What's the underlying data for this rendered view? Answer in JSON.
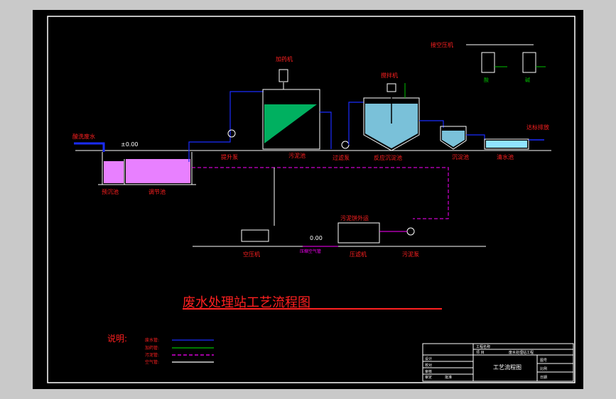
{
  "title": "废水处理站工艺流程图",
  "colors": {
    "background": "#000000",
    "frame": "#ffffff",
    "label_red": "#ff2020",
    "pipe_blue": "#1a2cff",
    "pipe_magenta": "#ff00ff",
    "pipe_green": "#00c000",
    "water_pink": "#e880ff",
    "water_cyan": "#8fe3ff",
    "sludge_green": "#00b060"
  },
  "labels": {
    "inflow": "酸洗废水",
    "level_a": "±0.00",
    "level_b": "0.00",
    "grit_tank": "预沉池",
    "equalization_tank": "调节池",
    "lift_pump": "提升泵",
    "dosing_machine": "加药机",
    "sludge_pit": "污泥池",
    "filter_pump": "过滤泵",
    "mixer": "搅拌机",
    "reaction_tank": "反应沉淀池",
    "clarifier": "沉淀池",
    "clean_tank": "清水池",
    "discharge": "达标排放",
    "compressor_unit": "接空压机",
    "tank_1": "酸",
    "tank_2": "碱",
    "filter_press_note": "污泥饼外运",
    "compressor": "空压机",
    "filter_press": "压滤机",
    "sludge_pump": "污泥泵",
    "air_line_note": "压缩空气管"
  },
  "legend": {
    "heading": "说明:",
    "items": [
      {
        "label": "废水管:",
        "color": "#1a2cff",
        "style": "solid"
      },
      {
        "label": "加药管:",
        "color": "#00c000",
        "style": "solid"
      },
      {
        "label": "污泥管:",
        "color": "#ff00ff",
        "style": "dashed"
      },
      {
        "label": "空气管:",
        "color": "#ffffff",
        "style": "solid"
      }
    ]
  },
  "title_block": {
    "row_top": [
      "工程名称"
    ],
    "row_second": [
      "项 目",
      "废水处理站工程"
    ],
    "drawing_name": "工艺流程图",
    "left_rows": [
      "设计",
      "校对",
      "审核",
      "审定",
      "批准"
    ],
    "right_rows": [
      "图号",
      "比例",
      "日期"
    ]
  }
}
